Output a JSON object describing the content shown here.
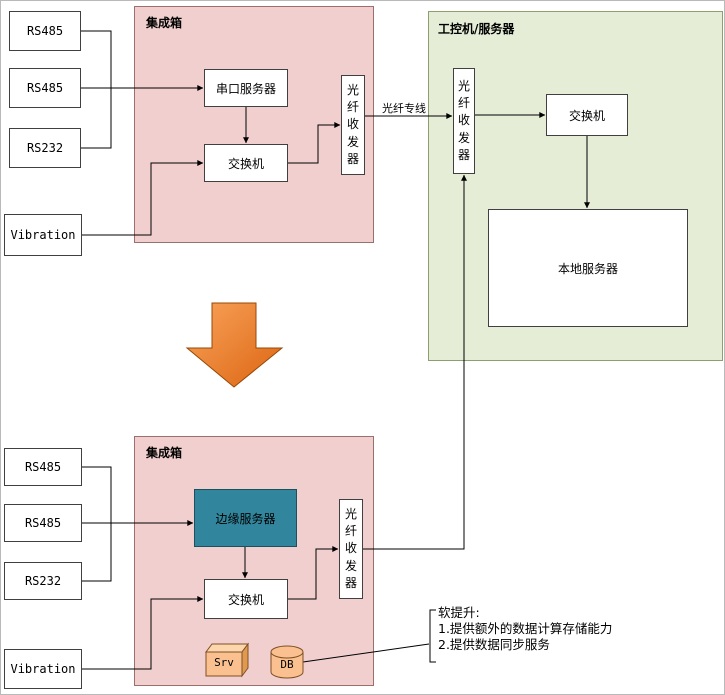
{
  "diagram": {
    "top": {
      "inputs": [
        "RS485",
        "RS485",
        "RS232",
        "Vibration"
      ],
      "integration": {
        "title": "集成箱",
        "serial_server": "串口服务器",
        "switch": "交换机",
        "fiber": "光纤收发器"
      },
      "link_label": "光纤专线",
      "server": {
        "title": "工控机/服务器",
        "fiber": "光纤收发器",
        "switch": "交换机",
        "local_server": "本地服务器"
      }
    },
    "bottom": {
      "inputs": [
        "RS485",
        "RS485",
        "RS232",
        "Vibration"
      ],
      "integration": {
        "title": "集成箱",
        "edge_server": "边缘服务器",
        "switch": "交换机",
        "fiber": "光纤收发器",
        "srv": "Srv",
        "db": "DB"
      },
      "note": {
        "title": "软提升:",
        "line1": "1.提供额外的数据计算存储能力",
        "line2": "2.提供数据同步服务"
      }
    },
    "colors": {
      "integration_box_fill": "#F1CFCF",
      "server_box_fill": "#E5EDD7",
      "edge_server_fill": "#31859C",
      "arrow_fill": "#ED7D31",
      "shape_fill": "#FAC090"
    }
  }
}
